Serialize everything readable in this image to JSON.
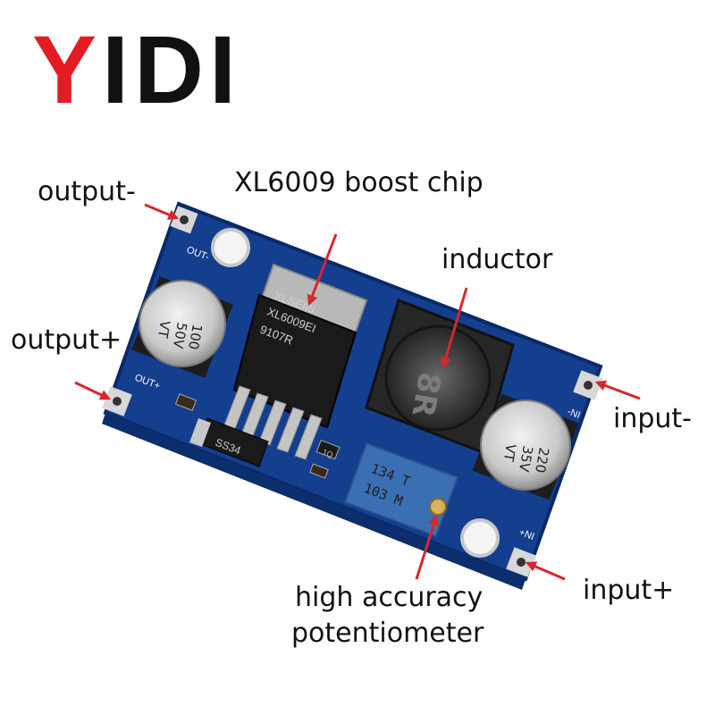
{
  "brand": {
    "letter_1": "Y",
    "letters_rest": "IDI"
  },
  "callouts": {
    "output_minus": "output-",
    "output_plus": "output+",
    "chip": "XL6009 boost chip",
    "inductor": "inductor",
    "input_minus": "input-",
    "input_plus": "input+",
    "pot_line1": "high accuracy",
    "pot_line2": "potentiometer"
  },
  "board": {
    "silk_out_minus": "OUT-",
    "silk_out_plus": "OUT+",
    "silk_in_minus": "-NI",
    "silk_in_plus": "+NI",
    "chip_line1": "XL6009EI",
    "chip_line2": "9107R",
    "chip_line0": "XLSEMI",
    "inductor_marking": "8R",
    "cap_left_line1": "100",
    "cap_left_line2": "50V",
    "cap_left_line3": "VT",
    "cap_right_line1": "220",
    "cap_right_line2": "35V",
    "cap_right_line3": "VT",
    "diode_marking": "SS34",
    "pot_line1": "134 T",
    "pot_line2": "103 M",
    "small_chip": "1Q"
  },
  "colors": {
    "pcb": "#143e8e",
    "pcb_dark": "#0d2e6e",
    "arrow": "#d9262c",
    "brand_red": "#e31b23",
    "pot_blue": "#3b6fb3"
  }
}
